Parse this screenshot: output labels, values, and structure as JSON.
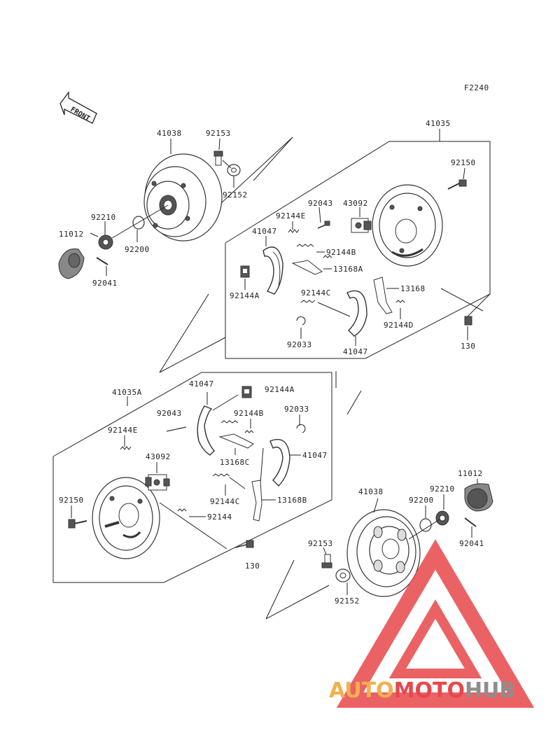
{
  "diagram": {
    "code": "F2240",
    "front_label": "FRONT",
    "labels": {
      "l41038a": "41038",
      "l92153a": "92153",
      "l92152a": "92152",
      "l92210a": "92210",
      "l11012a": "11012",
      "l92200a": "92200",
      "l92041a": "92041",
      "l41035": "41035",
      "l92150a": "92150",
      "l92043a": "92043",
      "l43092a": "43092",
      "l92144Ea": "92144E",
      "l41047a": "41047",
      "l92144Ba": "92144B",
      "l13168Aa": "13168A",
      "l92144Aa": "92144A",
      "l92144Ca": "92144C",
      "l13168a": "13168",
      "l92144Da": "92144D",
      "l92033a": "92033",
      "l41047b": "41047",
      "l130a": "130",
      "l41035A": "41035A",
      "l41047c": "41047",
      "l92144Ab": "92144A",
      "l92043b": "92043",
      "l92144Bb": "92144B",
      "l92033b": "92033",
      "l92144Eb": "92144E",
      "l43092b": "43092",
      "l13168C": "13168C",
      "l41047d": "41047",
      "l92150b": "92150",
      "l92144Cb": "92144C",
      "l13168B": "13168B",
      "l92144": "92144",
      "l130b": "130",
      "l41038b": "41038",
      "l11012b": "11012",
      "l92210b": "92210",
      "l92200b": "92200",
      "l92041b": "92041",
      "l92153b": "92153",
      "l92152b": "92152"
    }
  },
  "watermark": {
    "part1": "AUTO",
    "part2": "MOTO",
    "part3": "HUB",
    "colors": {
      "auto": "#f2b04e",
      "moto": "#e8474b",
      "hub": "#8e8e8e",
      "logo": "#e8474b"
    }
  }
}
